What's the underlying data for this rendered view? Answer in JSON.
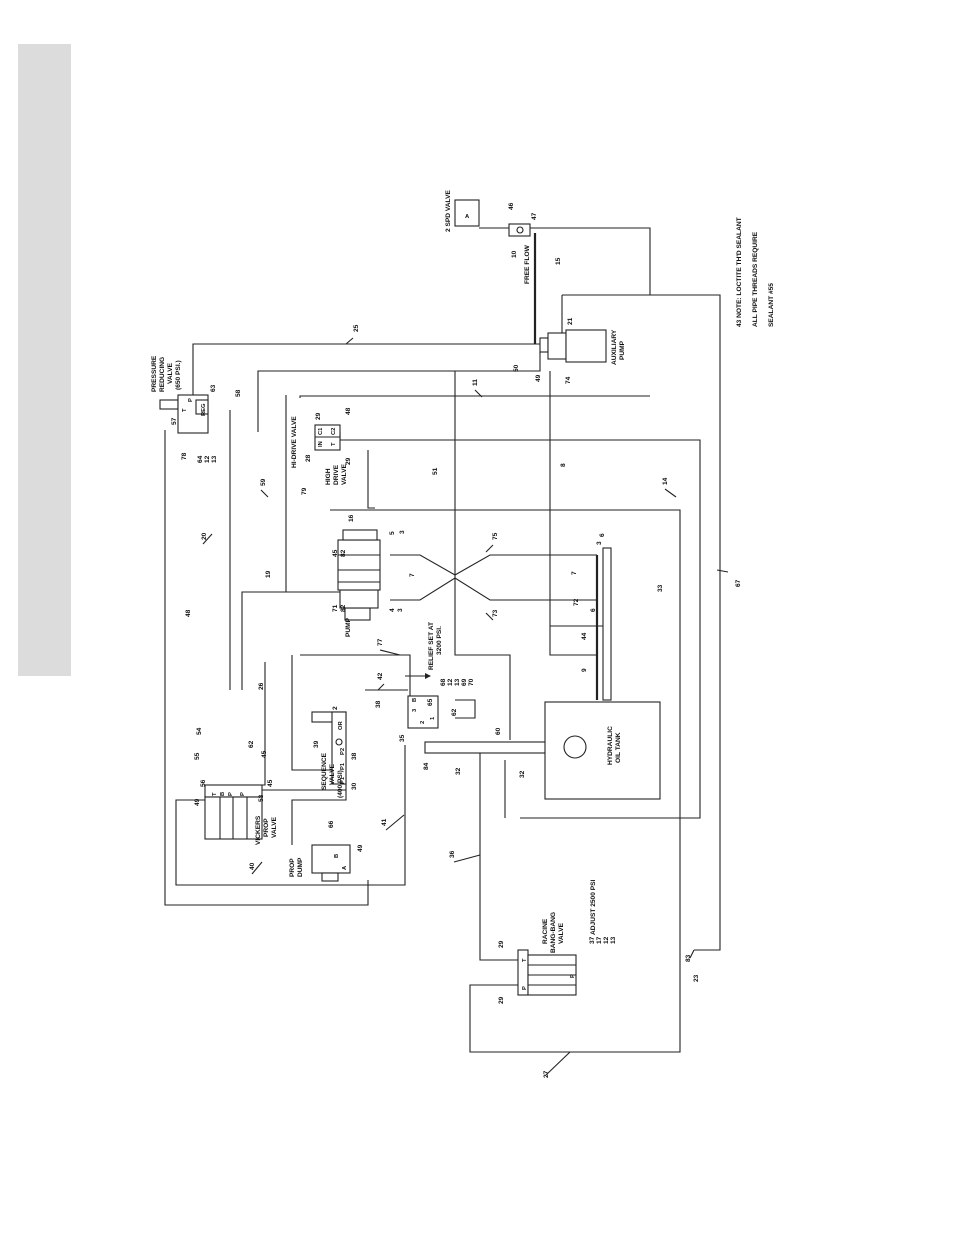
{
  "components": {
    "pressure_reducing_valve": {
      "title": "PRESSURE REDUCING VALVE",
      "line1": "PRESSURE",
      "line2": "REDUCING",
      "line3": "VALVE",
      "line4": "(650 PSI.)",
      "port_t": "T",
      "port_p": "P",
      "reg": "REG"
    },
    "two_spd_valve": {
      "label": "2 SPD VALVE",
      "port": "A"
    },
    "free_flow": "FREE FLOW",
    "auxiliary_pump": {
      "line1": "AUXILIARY",
      "line2": "PUMP"
    },
    "hi_drive_valve": {
      "label": "HI-DRIVE VALVE",
      "line1": "HIGH",
      "line2": "DRIVE",
      "line3": "VALVE",
      "c1": "C1",
      "c2": "C2",
      "in": "IN",
      "t": "T"
    },
    "pump": {
      "label": "PUMP"
    },
    "relief": {
      "line1": "RELIEF SET AT",
      "line2": "3200 PSI."
    },
    "sequence_valve": {
      "line1": "SEQUENCE",
      "line2": "VALVE",
      "line3": "(400 PSI)",
      "p1": "P1",
      "p2": "P2",
      "p1b": "P1",
      "or": "OR"
    },
    "relief_block": {
      "p3": "3",
      "p2": "2",
      "p1": "1",
      "b": "B"
    },
    "hydraulic_oil_tank": {
      "line1": "HYDRAULIC",
      "line2": "OIL TANK"
    },
    "vickers_prop_valve": {
      "line1": "VICKERS",
      "line2": "PROP",
      "line3": "VALVE",
      "t": "T",
      "p": "P",
      "b": "B",
      "pp": "P"
    },
    "prop_dump": {
      "line1": "PROP",
      "line2": "DUMP",
      "b": "B",
      "a": "A"
    },
    "racine_valve": {
      "line1": "RACINE",
      "line2": "BANG-BANG",
      "line3": "VALVE",
      "adjust": "ADJUST 2500 PSI",
      "t": "T",
      "p": "P",
      "pt": "P"
    }
  },
  "notes": {
    "line1": "43 NOTE: LOCTITE TH'D SEALANT",
    "line2": "ALL PIPE THREADS REQUIRE",
    "line3": "SEALANT #55"
  },
  "numbers": {
    "n1": "46",
    "n2": "47",
    "n3": "10",
    "n4": "15",
    "n5": "21",
    "n6": "50",
    "n7": "49",
    "n8": "74",
    "n9": "25",
    "n10": "11",
    "n11": "59",
    "n12": "63",
    "n13": "58",
    "n14": "57",
    "n15": "78",
    "n16": "64",
    "n17": "12",
    "n18": "13",
    "n19": "29",
    "n20": "48",
    "n21": "28",
    "n22": "29",
    "n23": "79",
    "n24": "51",
    "n25": "8",
    "n26": "14",
    "n27": "20",
    "n28": "16",
    "n29": "5",
    "n30": "3",
    "n31": "45",
    "n32": "82",
    "n33": "7",
    "n34": "75",
    "n35": "3",
    "n36": "6",
    "n37": "19",
    "n38": "71",
    "n39": "82",
    "n40": "4",
    "n41": "3",
    "n42": "73",
    "n43": "7",
    "n44": "72",
    "n45": "6",
    "n46": "44",
    "n47": "48",
    "n48": "33",
    "n49": "67",
    "n50": "77",
    "n51": "9",
    "n52": "42",
    "n53": "68",
    "n54": "12",
    "n55": "13",
    "n56": "69",
    "n57": "70",
    "n58": "26",
    "n59": "65",
    "n60": "62",
    "n61": "38",
    "n62": "2",
    "n63": "39",
    "n64": "38",
    "n65": "30",
    "n66": "35",
    "n67": "84",
    "n68": "60",
    "n69": "54",
    "n70": "55",
    "n71": "56",
    "n72": "49",
    "n73": "62",
    "n74": "45",
    "n75": "53",
    "n76": "45",
    "n77": "32",
    "n78": "32",
    "n79": "41",
    "n80": "40",
    "n81": "66",
    "n82": "49",
    "n83": "36",
    "n84": "29",
    "n85": "29",
    "n86": "37",
    "n87": "17",
    "n88": "12",
    "n89": "13",
    "n90": "83",
    "n91": "23",
    "n92": "27"
  }
}
